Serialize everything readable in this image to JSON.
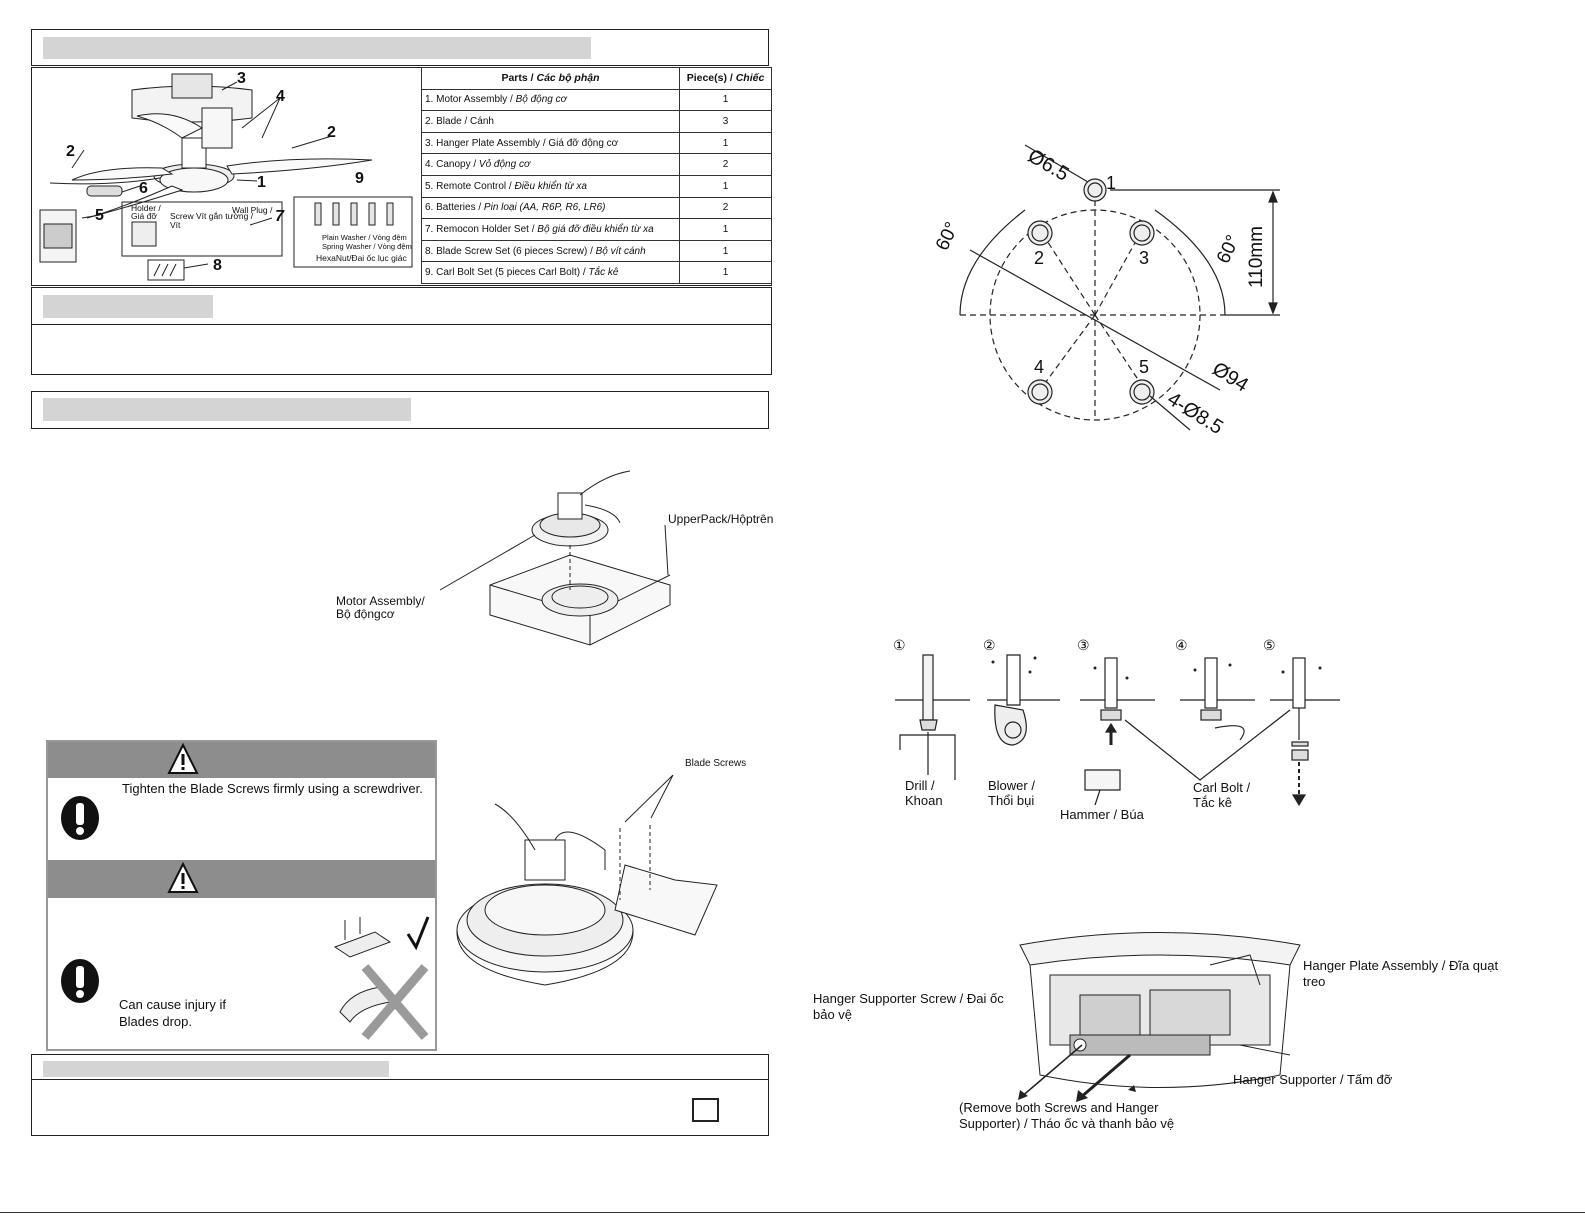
{
  "parts_table": {
    "header_parts": "Parts / ",
    "header_parts_vi": "Các bộ phận",
    "header_qty": "Piece(s) / ",
    "header_qty_vi": "Chiếc",
    "rows": [
      {
        "en": "1. Motor Assembly / ",
        "vi": "Bộ động cơ",
        "qty": "1"
      },
      {
        "en": "2. Blade / Cánh",
        "vi": "",
        "qty": "3"
      },
      {
        "en": "3. Hanger Plate Assembly / Giá đỡ động cơ",
        "vi": "",
        "qty": "1"
      },
      {
        "en": "4. Canopy / ",
        "vi": "Vỏ động cơ",
        "qty": "2"
      },
      {
        "en": "5. Remote Control / ",
        "vi": "Điều khiển từ xa",
        "qty": "1"
      },
      {
        "en": "6. Batteries / ",
        "vi": "Pin loại  (AA, R6P, R6, LR6)",
        "qty": "2"
      },
      {
        "en": "7. Remocon Holder Set / ",
        "vi": "Bộ giá đỡ điều khiển từ xa",
        "qty": "1"
      },
      {
        "en": "8. Blade Screw Set (6 pieces Screw) / ",
        "vi": "Bộ vít cánh",
        "qty": "1"
      },
      {
        "en": "9. Carl Bolt Set (5 pieces Carl Bolt) / ",
        "vi": "Tắc kê",
        "qty": "1"
      }
    ]
  },
  "parts_diagram": {
    "callouts": [
      "1",
      "2",
      "2",
      "3",
      "4",
      "5",
      "6",
      "7",
      "8",
      "9"
    ],
    "holder_label": "Holder / Giá đỡ",
    "screw_label": "Screw Vít gắn tường / Vít",
    "wall_plug_label": "Wall Plug /",
    "plain_washer": "Plain Washer / Vòng đệm",
    "spring_washer": "Spring Washer / Vòng đệm",
    "hexa_nut": "HexaNut/Đai ốc lục giác"
  },
  "unpack": {
    "upper_pack": "UpperPack/Hộptrên",
    "motor_assembly": "Motor Assembly/",
    "motor_assembly_vi": "Bộ độngcơ"
  },
  "warning": {
    "text1": "Tighten the Blade Screws firmly using a screwdriver.",
    "text2a": "Can  cause  injury  if",
    "text2b": "Blades  drop.",
    "blade_screws": "Blade Screws"
  },
  "hole_diagram": {
    "d_small": "Ø6.5",
    "d_large": "Ø94",
    "holes": "4-Ø8.5",
    "angle_left": "60°",
    "angle_right": "60°",
    "height": "110mm",
    "hole_numbers": [
      "1",
      "2",
      "3",
      "4",
      "5"
    ]
  },
  "install_steps": {
    "step_numbers": [
      "①",
      "②",
      "③",
      "④",
      "⑤"
    ],
    "drill": "Drill /",
    "drill_vi": "Khoan",
    "blower": "Blower /",
    "blower_vi": "Thổi bụi",
    "hammer": "Hammer / Búa",
    "carl_bolt": "Carl Bolt /",
    "carl_bolt_vi": "Tắc kê"
  },
  "hanger": {
    "plate_assembly": "Hanger Plate Assembly / Đĩa quạt",
    "plate_assembly2": "treo",
    "supporter_screw": "Hanger Supporter Screw / Đai ốc",
    "supporter_screw2": "bảo vệ",
    "supporter": "Hanger Supporter / Tấm đỡ",
    "remove1": "(Remove both Screws and Hanger",
    "remove2": "Supporter) / Tháo ốc và thanh bảo vệ"
  }
}
